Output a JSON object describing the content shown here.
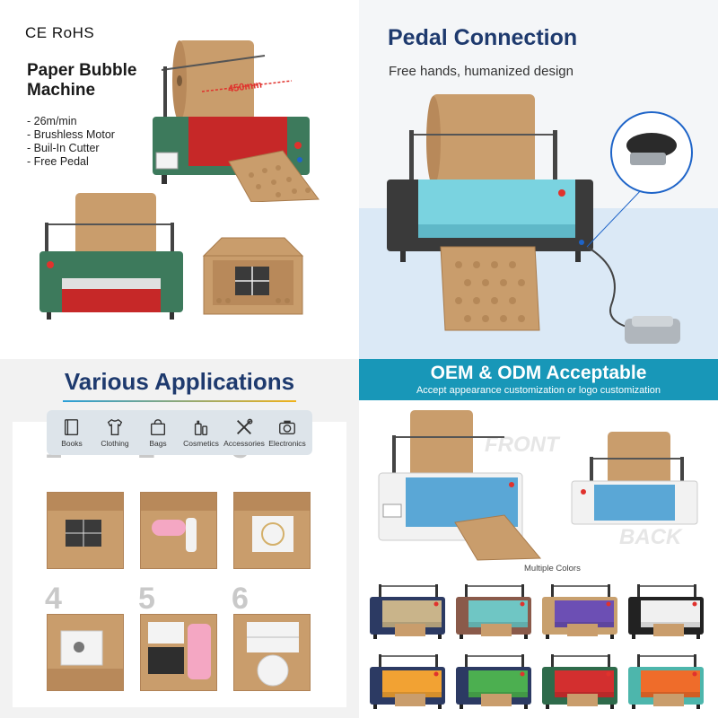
{
  "panel1": {
    "cert_text": "CE RoHS",
    "title": "Paper Bubble Machine",
    "features": [
      "26m/min",
      "Brushless Motor",
      "Buil-In Cutter",
      "Free Pedal"
    ],
    "dimension_label": "450mm"
  },
  "panel2": {
    "title": "Pedal Connection",
    "subtitle": "Free hands, humanized design"
  },
  "panel3": {
    "title": "Various Applications",
    "applications": [
      {
        "label": "Books",
        "icon": "book-icon"
      },
      {
        "label": "Clothing",
        "icon": "shirt-icon"
      },
      {
        "label": "Bags",
        "icon": "bag-icon"
      },
      {
        "label": "Cosmetics",
        "icon": "cosmetics-icon"
      },
      {
        "label": "Accessories",
        "icon": "tools-icon"
      },
      {
        "label": "Electronics",
        "icon": "camera-icon"
      }
    ],
    "steps": [
      "1",
      "2",
      "3",
      "4",
      "5",
      "6"
    ]
  },
  "panel4": {
    "title": "OEM & ODM Acceptable",
    "subtitle": "Accept appearance customization or logo customization",
    "front_label": "FRONT",
    "back_label": "BACK",
    "colors_label": "Multiple Colors",
    "color_variants": [
      {
        "body": "#c9b48a",
        "side": "#2c3a63"
      },
      {
        "body": "#6fc6c4",
        "side": "#8a5a4a"
      },
      {
        "body": "#6c4fb4",
        "side": "#c8a06e"
      },
      {
        "body": "#f0f0f0",
        "side": "#222222"
      },
      {
        "body": "#f2a233",
        "side": "#2c3a63"
      },
      {
        "body": "#4caf50",
        "side": "#2c3a63"
      },
      {
        "body": "#d32f2f",
        "side": "#2e6b4b"
      },
      {
        "body": "#ef6c2a",
        "side": "#4db6ac"
      }
    ]
  },
  "colors": {
    "navy": "#1e3a6e",
    "kraft": "#c99d6c",
    "kraft_dark": "#a87b4c",
    "teal_banner": "#1897b8",
    "red_accent": "#e0322d",
    "green_machine": "#3d7a5c",
    "red_machine": "#c62828",
    "blue_machine": "#7ad3e0"
  }
}
